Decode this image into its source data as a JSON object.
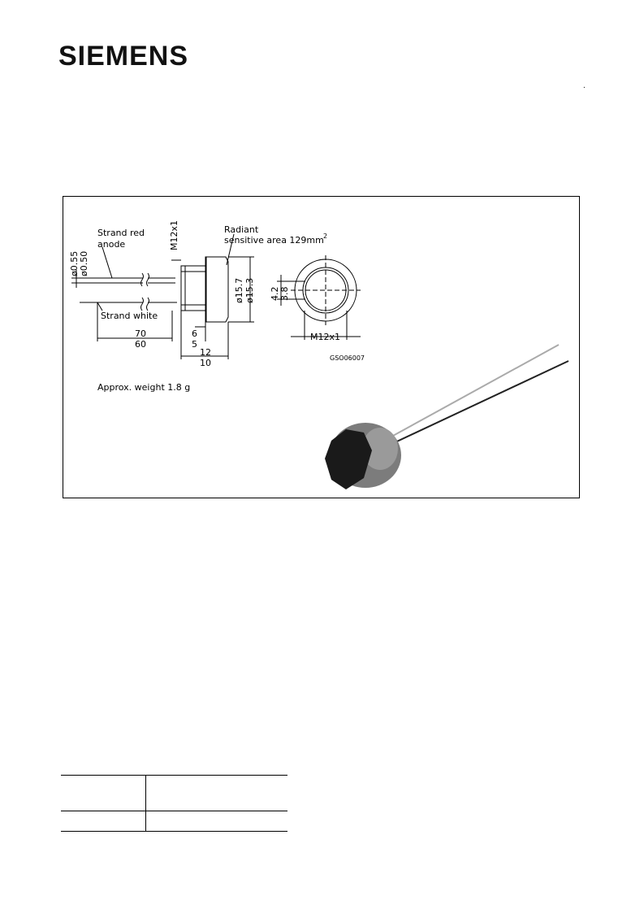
{
  "header": {
    "brand": "SIEMENS",
    "mark": "."
  },
  "drawing": {
    "strand_red_label_line1": "Strand red",
    "strand_red_label_line2": "anode",
    "strand_white_label": "Strand white",
    "thread_label_vertical": "M12x1",
    "radiant_line1": "Radiant",
    "radiant_line2": "sensitive area 129mm",
    "radiant_superscript": "2",
    "dia_wire_1": "ø0.55",
    "dia_wire_2": "ø0.50",
    "dia_body_1": "ø15.7",
    "dia_body_2": "ø15.3",
    "len_wire_1": "70",
    "len_wire_2": "60",
    "len_head_1": "6",
    "len_head_2": "5",
    "len_total_1": "12",
    "len_total_2": "10",
    "front_dim_1": "4.2",
    "front_dim_2": "3.8",
    "front_thread_label": "M12x1",
    "drawing_code": "GSO06007",
    "weight_note": "Approx. weight 1.8 g"
  }
}
